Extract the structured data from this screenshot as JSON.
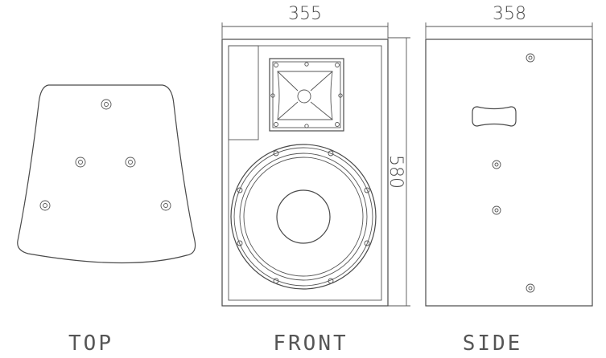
{
  "dimensions": {
    "front_width": "355",
    "side_depth": "358",
    "height": "580"
  },
  "views": {
    "top": "TOP",
    "front": "FRONT",
    "side": "SIDE"
  }
}
